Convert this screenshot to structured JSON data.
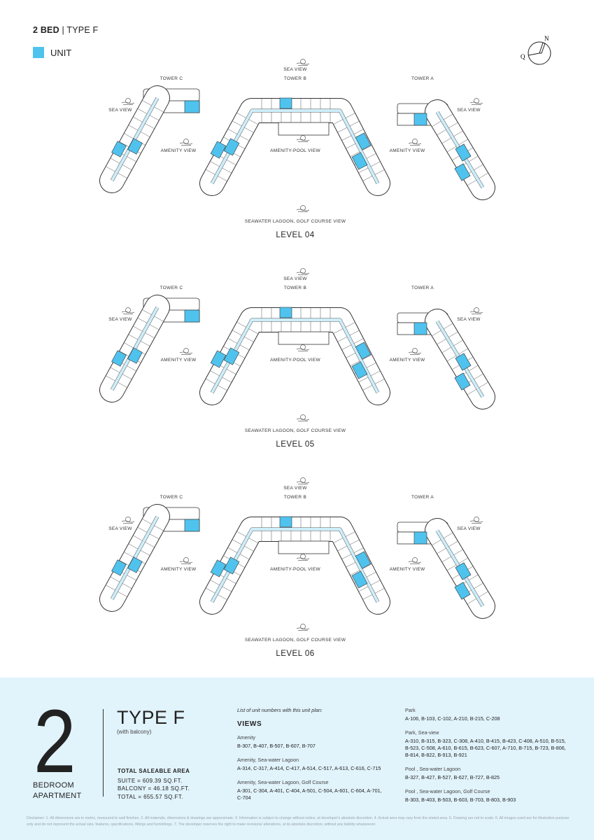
{
  "header": {
    "bed": "2 BED",
    "separator": " | ",
    "type": "TYPE F"
  },
  "legend": {
    "label": "UNIT",
    "color": "#4fc3ee"
  },
  "compass": {
    "north": "N",
    "other": "Q"
  },
  "view_labels": {
    "sea_view": "SEA VIEW",
    "amenity_view": "AMENITY VIEW",
    "amenity_pool_view": "AMENITY-POOL VIEW",
    "lagoon_golf_view": "SEAWATER LAGOON, GOLF COURSE VIEW",
    "tower_c": "TOWER C",
    "tower_b": "TOWER B",
    "tower_a": "TOWER A"
  },
  "levels": [
    {
      "title": "LEVEL 04"
    },
    {
      "title": "LEVEL 05"
    },
    {
      "title": "LEVEL 06"
    }
  ],
  "summary": {
    "bedrooms": "2",
    "bedroom_label_1": "BEDROOM",
    "bedroom_label_2": "APARTMENT",
    "type": "TYPE F",
    "type_note": "(with balcony)",
    "area_title": "TOTAL SALEABLE AREA",
    "suite": "SUITE = 609.39 SQ.FT.",
    "balcony": "BALCONY = 46.18 SQ.FT.",
    "total": "TOTAL = 655.57 SQ.FT."
  },
  "unit_list": {
    "intro": "List of unit numbers with this unit plan:",
    "heading": "VIEWS",
    "groups_left": [
      {
        "name": "Amenity",
        "units": "B-307, B-407, B-507, B-607, B-707"
      },
      {
        "name": "Amenity, Sea-water Lagoon",
        "units": "A-314, C-317, A-414, C-417, A-514, C-517, A-613, C-616, C-715"
      },
      {
        "name": "Amenity, Sea-water Lagoon, Golf Course",
        "units": "A-301, C-304, A-401, C-404, A-501, C-504, A-601, C-604, A-701, C-704"
      }
    ],
    "groups_right": [
      {
        "name": "Park",
        "units": "A-106, B-103, C-102, A-210, B-215, C-208"
      },
      {
        "name": "Park, Sea-view",
        "units": "A-310, B-315, B-323, C-308, A-410, B-415, B-423, C-408, A-510, B-515, B-523, C-508, A-610, B-615, B-623, C-607, A-710, B-715, B-723, B-806, B-814, B-822, B-913, B-921"
      },
      {
        "name": "Pool , Sea-water Lagoon",
        "units": "B-327, B-427, B-527, B-627, B-727, B-825"
      },
      {
        "name": "Pool , Sea-water Lagoon, Golf Course",
        "units": "B-303, B-403, B-503, B-603, B-703, B-803, B-903"
      }
    ]
  },
  "disclaimer": "Disclaimer: 1. All dimensions are in metric, measured to wall finishes. 2. All materials, dimensions & drawings are approximate. 3. Information is subject to change without notice, at developer's absolute discretion. 4. Actual area may vary from the stated area. 5. Drawing are not to scale. 6. All images used are for illustrative purpose only and do not represent the actual size, features, specifications, fittings and furnishings. 7. The developer reserves the right to make revisions/ alterations, at its absolute discretion, without any liability whatsoever."
}
